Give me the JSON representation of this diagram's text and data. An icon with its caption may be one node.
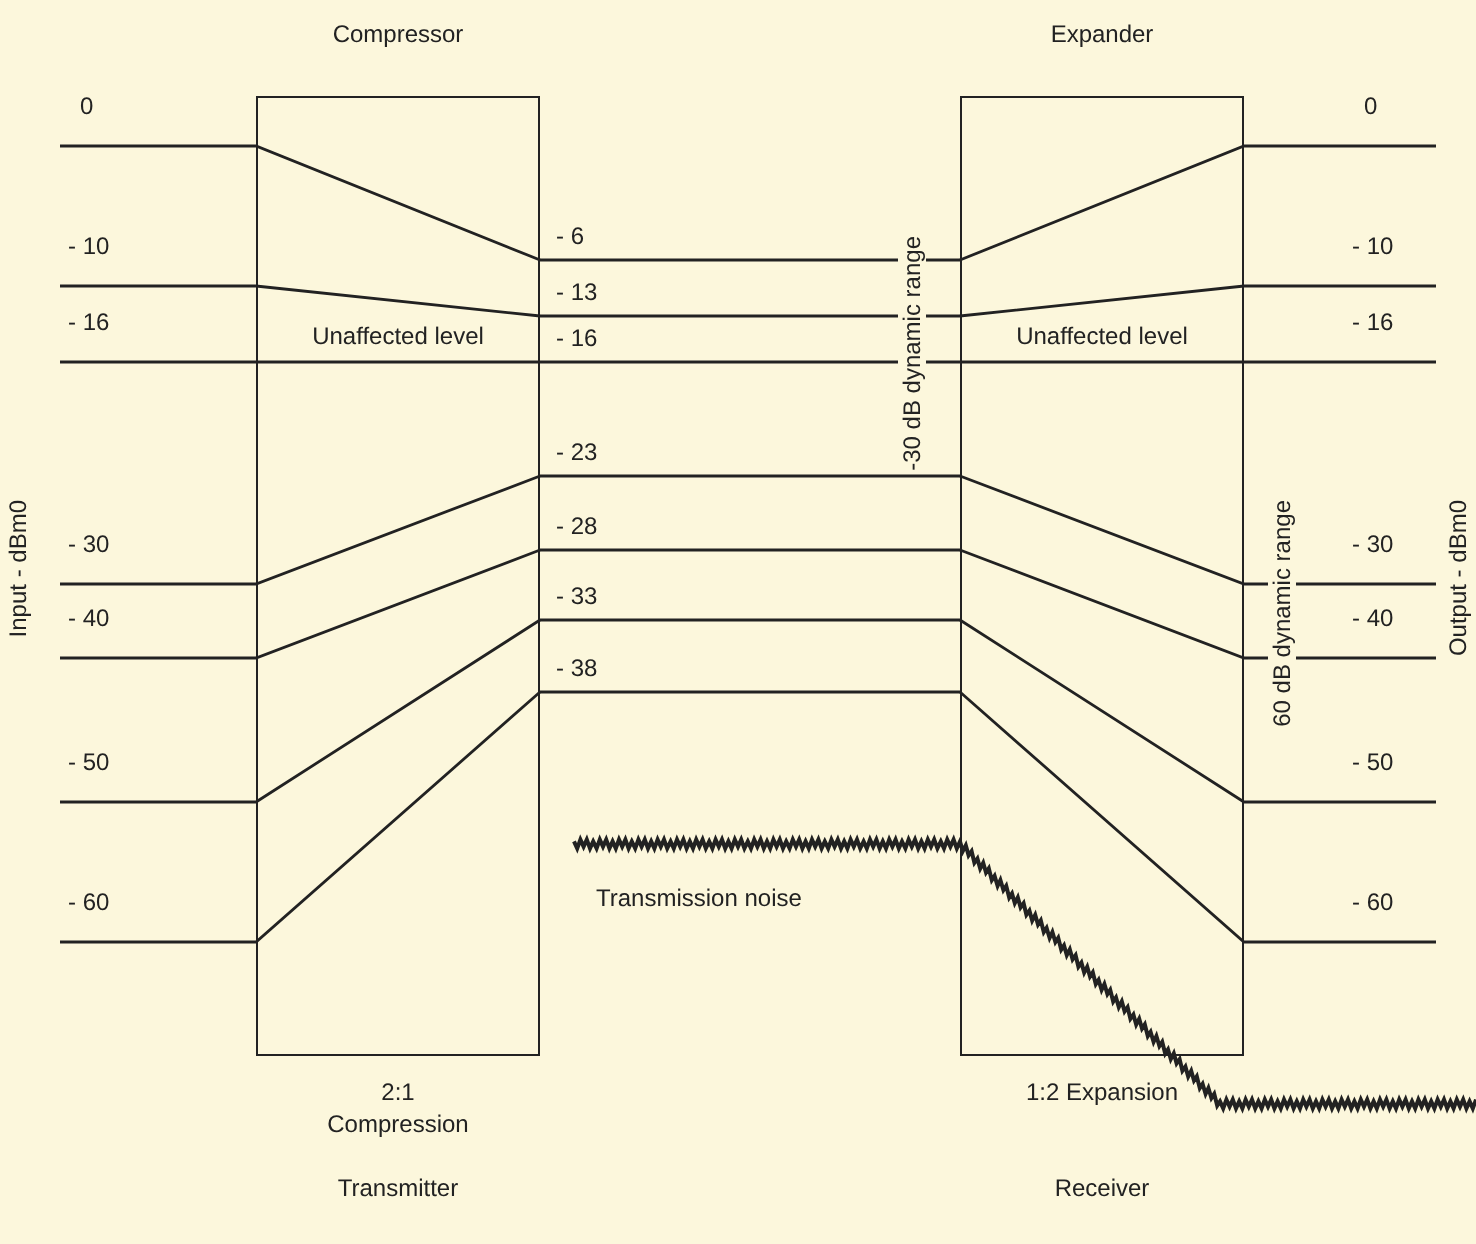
{
  "diagram": {
    "nodes": [
      {
        "text": [
          "Compressor",
          "Unaffected level"
        ],
        "beside": [
          "2:1 Compression",
          "Transmitter"
        ]
      },
      {
        "text": [
          "Expander",
          "Unaffected level"
        ],
        "beside": [
          "1:2 Expansion",
          "Receiver"
        ]
      }
    ],
    "edges": [
      {
        "from": 0,
        "to": 1,
        "arrow": "none",
        "label": "- 6"
      },
      {
        "from": 0,
        "to": 1,
        "arrow": "none",
        "label": "- 13"
      },
      {
        "from": 0,
        "to": 1,
        "arrow": "none",
        "label": "- 16"
      },
      {
        "from": 0,
        "to": 1,
        "arrow": "none",
        "label": "- 23"
      },
      {
        "from": 0,
        "to": 1,
        "arrow": "none",
        "label": "- 28"
      },
      {
        "from": 0,
        "to": 1,
        "arrow": "none",
        "label": "- 33"
      },
      {
        "from": 0,
        "to": 1,
        "arrow": "none",
        "label": "- 38"
      }
    ],
    "labels": [
      "0",
      "- 10",
      "- 16",
      "- 30",
      "- 40",
      "- 50",
      "- 60",
      "0",
      "- 10",
      "- 16",
      "- 30",
      "- 40",
      "- 50",
      "- 60",
      "Input - dBm0",
      "Output - dBm0",
      "-30 dB dynamic range",
      "60 dB dynamic range",
      "Transmission noise"
    ]
  }
}
